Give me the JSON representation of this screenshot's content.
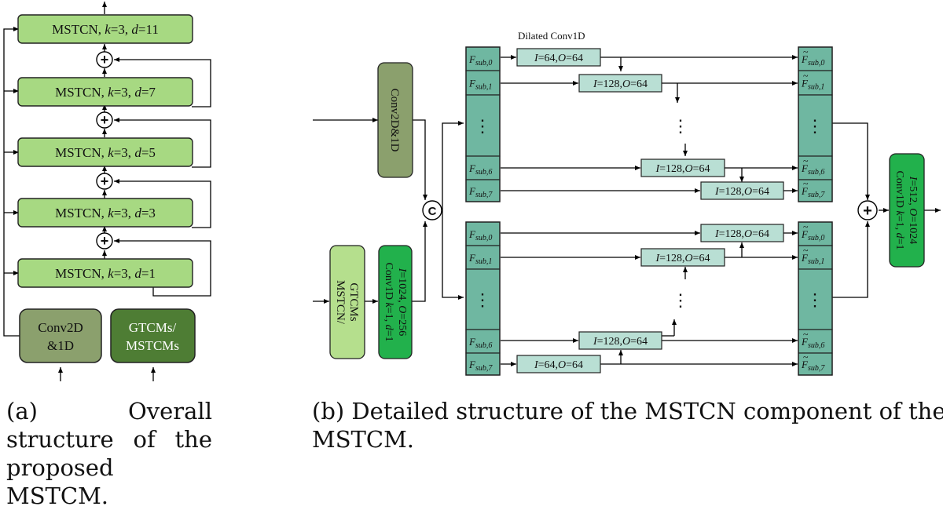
{
  "left_panel": {
    "blocks": [
      {
        "pre": "MSTCN, ",
        "k": "k",
        "kv": "=3, ",
        "d": "d",
        "dv": "=11"
      },
      {
        "pre": "MSTCN, ",
        "k": "k",
        "kv": "=3, ",
        "d": "d",
        "dv": "=7"
      },
      {
        "pre": "MSTCN, ",
        "k": "k",
        "kv": "=3, ",
        "d": "d",
        "dv": "=5"
      },
      {
        "pre": "MSTCN, ",
        "k": "k",
        "kv": "=3, ",
        "d": "d",
        "dv": "=3"
      },
      {
        "pre": "MSTCN, ",
        "k": "k",
        "kv": "=3, ",
        "d": "d",
        "dv": "=1"
      }
    ],
    "conv_line1": "Conv2D",
    "conv_line2": "&1D",
    "gtcm_line1": "GTCMs/",
    "gtcm_line2": "MSTCMs",
    "plus": "+"
  },
  "right_panel": {
    "dilated_label": "Dilated Conv1D",
    "conv2d1d": "Conv2D&1D",
    "mstcn_gtcm_line1": "MSTCN/",
    "mstcn_gtcm_line2": "GTCMs",
    "conv1d_small_line1": {
      "pre": "Conv1D ",
      "k": "k",
      "kv": "=1, ",
      "d": "d",
      "dv": "=1"
    },
    "conv1d_small_line2": {
      "i": "I",
      "iv": "=1024, ",
      "o": "O",
      "ov": "=256"
    },
    "concat": "C",
    "plus": "+",
    "conv1d_out_line1": {
      "pre": "Conv1D ",
      "k": "k",
      "kv": "=1, ",
      "d": "d",
      "dv": "=1"
    },
    "conv1d_out_line2": {
      "i": "I",
      "iv": "=512, ",
      "o": "O",
      "ov": "=1024"
    },
    "feature_base": "F",
    "sub_prefix": "sub,",
    "ellipsis": "⋮",
    "top_inputs": [
      "0",
      "1",
      "6",
      "7"
    ],
    "top_outputs": [
      "0",
      "1",
      "6",
      "7"
    ],
    "bottom_inputs": [
      "0",
      "1",
      "6",
      "7"
    ],
    "bottom_outputs": [
      "0",
      "1",
      "6",
      "7"
    ],
    "top_convs": [
      {
        "i": "I",
        "iv": "=64,",
        "o": "O",
        "ov": "=64"
      },
      {
        "i": "I",
        "iv": "=128,",
        "o": "O",
        "ov": "=64"
      },
      {
        "i": "I",
        "iv": "=128,",
        "o": "O",
        "ov": "=64"
      },
      {
        "i": "I",
        "iv": "=128,",
        "o": "O",
        "ov": "=64"
      }
    ],
    "bottom_convs": [
      {
        "i": "I",
        "iv": "=128,",
        "o": "O",
        "ov": "=64"
      },
      {
        "i": "I",
        "iv": "=128,",
        "o": "O",
        "ov": "=64"
      },
      {
        "i": "I",
        "iv": "=128,",
        "o": "O",
        "ov": "=64"
      },
      {
        "i": "I",
        "iv": "=64,",
        "o": "O",
        "ov": "=64"
      }
    ]
  },
  "captions": {
    "a": "(a) Overall structure of the proposed MSTCM.",
    "b_line1": "(b) Detailed structure of the MSTCN component of the",
    "b_line2": "MSTCM."
  },
  "colors": {
    "light_green": "#a7d982",
    "olive_green": "#8ba06d",
    "dark_green": "#4e7d34",
    "bright_green": "#22b14c",
    "teal_block": "#6fb7a1",
    "conv_box": "#b9dfd4",
    "mstcn_gtcm_box": "#b5df8d"
  }
}
